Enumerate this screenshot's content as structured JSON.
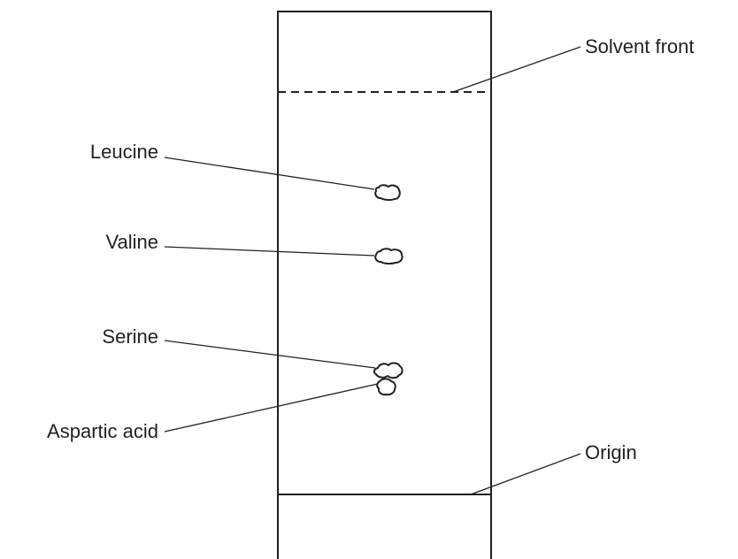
{
  "diagram": {
    "labels": {
      "solvent_front": "Solvent front",
      "leucine": "Leucine",
      "valine": "Valine",
      "serine": "Serine",
      "aspartic_acid": "Aspartic acid",
      "origin": "Origin"
    },
    "colors": {
      "ink": "#231f20",
      "background": "#ffffff"
    }
  }
}
